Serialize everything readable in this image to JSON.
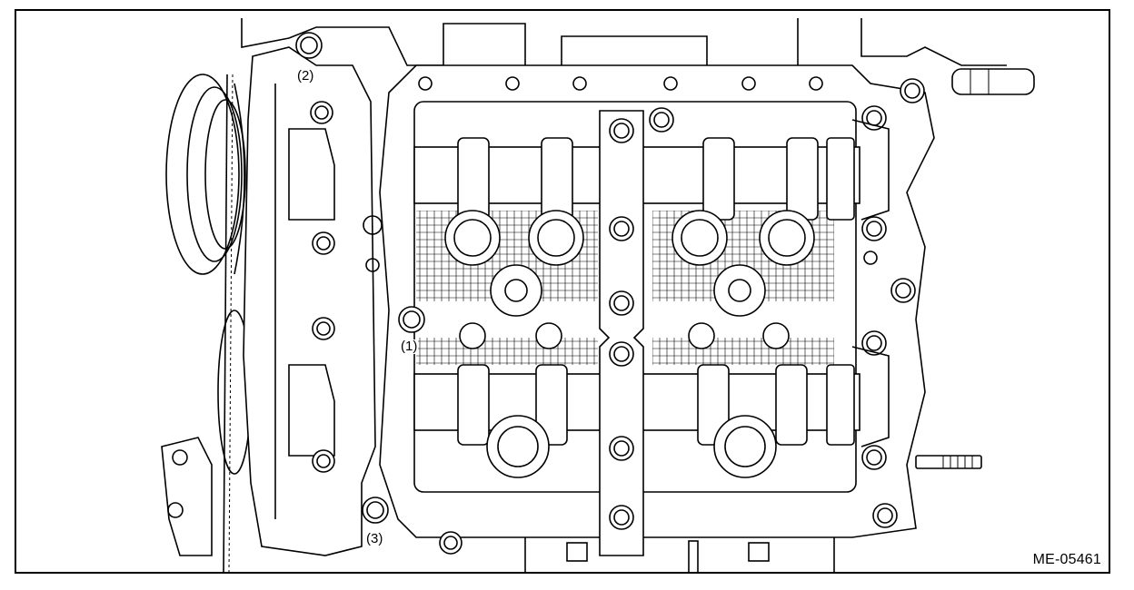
{
  "figure": {
    "id_label": "ME-05461",
    "callouts": [
      "(1)",
      "(2)",
      "(3)"
    ]
  },
  "colors": {
    "line": "#000000",
    "background": "#ffffff"
  }
}
